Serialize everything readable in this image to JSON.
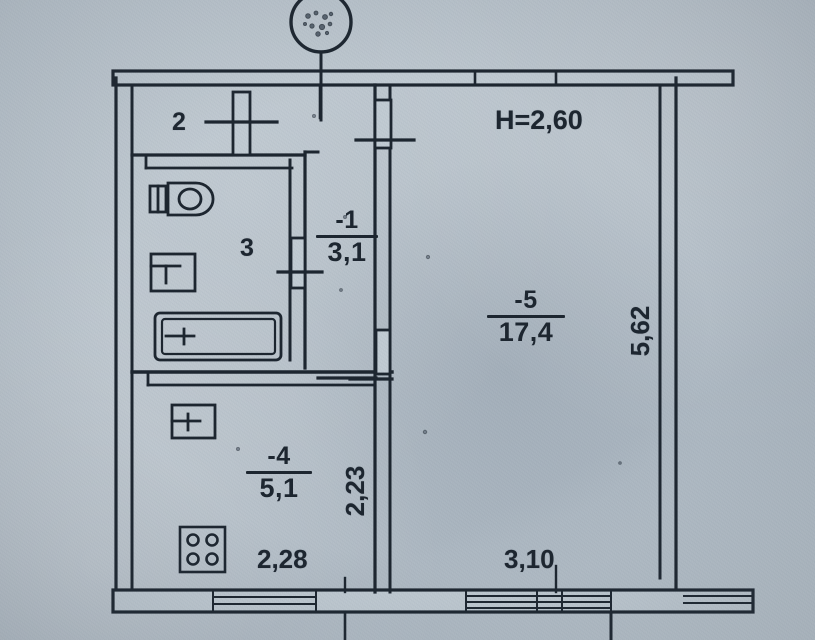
{
  "document": {
    "kind": "apartment-floor-plan",
    "ceiling_height_label": "H=2,60"
  },
  "rooms": [
    {
      "id": "balcony",
      "number_label": "2",
      "area_label": "",
      "name": "balcony-loggia"
    },
    {
      "id": "bathroom",
      "number_label": "3",
      "area_label": "",
      "name": "bathroom"
    },
    {
      "id": "hall",
      "number_label": "-1",
      "area_label": "3,1",
      "name": "entrance-hall"
    },
    {
      "id": "living",
      "number_label": "-5",
      "area_label": "17,4",
      "name": "living-room"
    },
    {
      "id": "kitchen",
      "number_label": "-4",
      "area_label": "5,1",
      "name": "kitchen"
    }
  ],
  "dimensions": {
    "right_vertical": "5,62",
    "middle_vertical": "2,23",
    "bottom_left": "2,28",
    "bottom_right": "3,10"
  },
  "fixtures": [
    {
      "name": "toilet"
    },
    {
      "name": "wash-basin"
    },
    {
      "name": "bathtub"
    },
    {
      "name": "kitchen-sink"
    },
    {
      "name": "kitchen-stove"
    }
  ],
  "markers": {
    "callout_circle": "stamp-circle"
  },
  "colors": {
    "ink": "#1d2630",
    "paper": "#b9c3cb"
  }
}
